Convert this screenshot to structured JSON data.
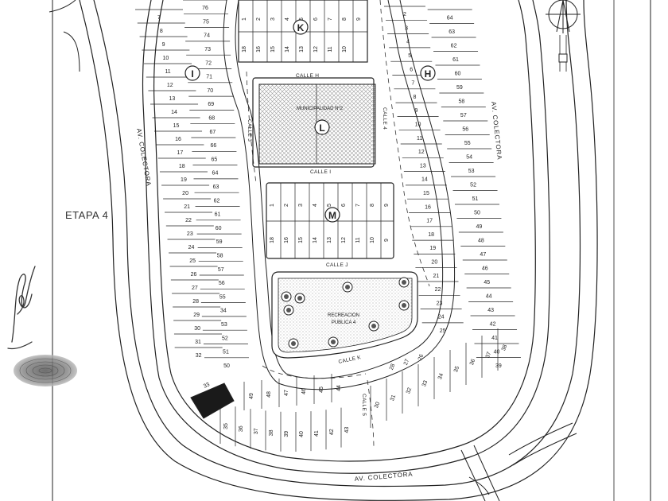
{
  "map": {
    "stage_label": "ETAPA 4",
    "roads": {
      "west": "AV. COLECTORA",
      "east": "AV. COLECTORA",
      "south": "AV. COLECTORA"
    },
    "streets": {
      "h": "CALLE H",
      "i": "CALLE I",
      "j": "CALLE J",
      "k": "CALLE K",
      "calle3": "CALLE 3",
      "calle4": "CALLE 4",
      "calle5": "CALLE 5"
    },
    "zones": {
      "municipal": "MUNICIPALIDAD Nº2",
      "recreation_line1": "RECREACION",
      "recreation_line2": "PUBLICA 4"
    },
    "blocks": {
      "k": "K",
      "l": "L",
      "m": "M",
      "h": "H",
      "i": "I"
    },
    "lot_columns": {
      "west_outer": [
        "7",
        "8",
        "9",
        "10",
        "11",
        "12",
        "13",
        "14",
        "15",
        "16",
        "17",
        "18",
        "19",
        "20",
        "21",
        "22",
        "23",
        "24",
        "25",
        "26",
        "27",
        "28",
        "29",
        "30",
        "31",
        "32"
      ],
      "west_inner": [
        "76",
        "75",
        "74",
        "73",
        "72",
        "71",
        "70",
        "69",
        "68",
        "67",
        "66",
        "65",
        "64",
        "63",
        "62",
        "61",
        "60",
        "59",
        "58",
        "57",
        "56",
        "55",
        "34",
        "53",
        "52",
        "51",
        "50"
      ],
      "east_inner": [
        "2",
        "3",
        "4",
        "5",
        "6",
        "7",
        "8",
        "9",
        "10",
        "11",
        "12",
        "13",
        "14",
        "15",
        "16",
        "17",
        "18",
        "19",
        "20",
        "21",
        "22",
        "23",
        "24",
        "25"
      ],
      "east_outer": [
        "64",
        "63",
        "62",
        "61",
        "60",
        "59",
        "58",
        "57",
        "56",
        "55",
        "54",
        "53",
        "52",
        "51",
        "50",
        "49",
        "48",
        "47",
        "46",
        "45",
        "44",
        "43",
        "42",
        "41",
        "40",
        "39"
      ],
      "block_k_top": [
        "1",
        "2",
        "3",
        "4",
        "5",
        "6",
        "7",
        "8",
        "9"
      ],
      "block_k_bottom": [
        "18",
        "16",
        "15",
        "14",
        "13",
        "12",
        "11",
        "10"
      ],
      "block_m_top": [
        "1",
        "2",
        "3",
        "4",
        "5",
        "6",
        "7",
        "8",
        "9"
      ],
      "block_m_bottom": [
        "18",
        "16",
        "15",
        "14",
        "13",
        "12",
        "11",
        "10",
        "9"
      ],
      "south_arc_upper": [
        "49",
        "48",
        "47",
        "46",
        "45",
        "44"
      ],
      "south_arc_lower": [
        "35",
        "36",
        "37",
        "38",
        "39",
        "40",
        "41",
        "42",
        "43"
      ],
      "southeast_upper": [
        "28",
        "27",
        "26"
      ],
      "southeast_lower": [
        "30",
        "31",
        "32",
        "33",
        "34",
        "35",
        "36",
        "37",
        "38"
      ],
      "corner_lot": "33"
    },
    "colors": {
      "line": "#222222",
      "hatch": "#9a9a9a",
      "filled_lot": "#1a1a1a",
      "stipple": "#bdbdbd"
    },
    "icons": [
      "north-arrow-icon",
      "signature-icon",
      "fingerprint-icon",
      "tree-icon"
    ]
  }
}
